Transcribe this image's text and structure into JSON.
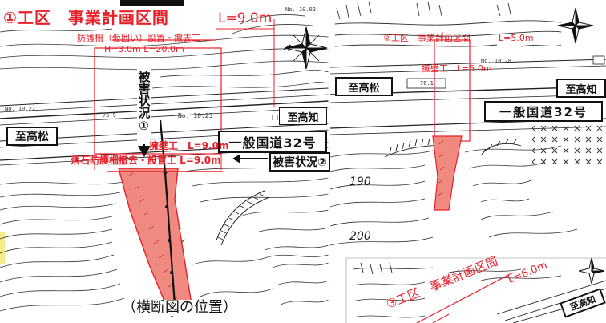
{
  "panel1": {
    "title": "①工区　事業計画区間",
    "length": "L=9.0m",
    "fence_install": "防護柵（仮囲い）設置・撤去工",
    "fence_dims": "H=3.0m L=20.0m",
    "damage_vertical": "被害状況①",
    "damage_2": "被害状況②",
    "retaining_wall": "擁壁工　L=9.0m",
    "rockfall_fence": "落石防護柵撤去・設置工 L=9.0m",
    "cross_section": "（横断図の位置）",
    "to_takamatsu": "至高松",
    "to_kochi": "至高知",
    "national_road": "一般国道32号",
    "station_1": "No. 10.22",
    "station_2": "No. 10.23",
    "station_3": "No. 10.02",
    "elevation": "75.9"
  },
  "panel2": {
    "title": "②工区　事業計画区間",
    "length": "L=5.0m",
    "retaining_wall": "擁壁工　L=5.0m",
    "to_takamatsu": "至高松",
    "to_kochi": "至高知",
    "national_road": "一般国道32号",
    "station": "No. 10.28",
    "elevation": "76.1",
    "contour_190": "190",
    "contour_200": "200"
  },
  "panel3": {
    "title": "③工区　事業計画区間",
    "length": "L=6.0m",
    "to_kochi": "至高知"
  },
  "colors": {
    "accent_red": "#e8202a",
    "map_ink": "#222222",
    "fill_red": "#f08a80"
  }
}
